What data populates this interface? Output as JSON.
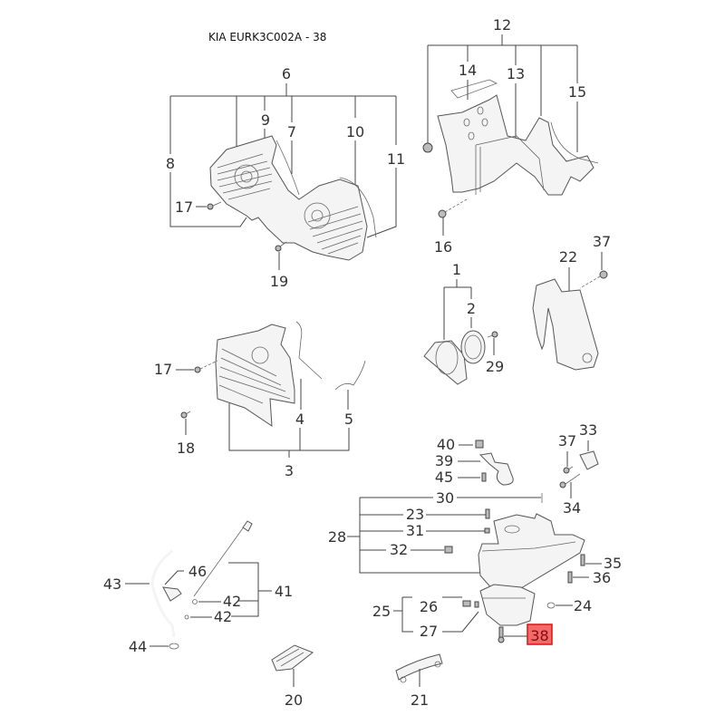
{
  "title": "KIA EURK3C002A - 38",
  "highlight": {
    "part_number": "38",
    "fill_color": "#f26b6b",
    "border_color": "#e01010"
  },
  "callouts": {
    "c1": "1",
    "c2": "2",
    "c3": "3",
    "c4": "4",
    "c5": "5",
    "c6": "6",
    "c7": "7",
    "c8": "8",
    "c9": "9",
    "c10": "10",
    "c11": "11",
    "c12": "12",
    "c13": "13",
    "c14": "14",
    "c15": "15",
    "c16": "16",
    "c17a": "17",
    "c17b": "17",
    "c18": "18",
    "c19": "19",
    "c20": "20",
    "c21": "21",
    "c22": "22",
    "c23": "23",
    "c24": "24",
    "c25": "25",
    "c26": "26",
    "c27": "27",
    "c28": "28",
    "c29": "29",
    "c30": "30",
    "c31": "31",
    "c32": "32",
    "c33": "33",
    "c34": "34",
    "c35": "35",
    "c36": "36",
    "c37a": "37",
    "c37b": "37",
    "c38": "38",
    "c39": "39",
    "c40": "40",
    "c41": "41",
    "c42a": "42",
    "c42b": "42",
    "c43": "43",
    "c44": "44",
    "c45": "45",
    "c46": "46"
  },
  "groups": [
    {
      "name": "timing-cover-upper",
      "parent": "6",
      "children": [
        "8",
        "9",
        "7",
        "10",
        "11"
      ]
    },
    {
      "name": "timing-belt-cover-rear",
      "parent": "12",
      "children": [
        "14",
        "13",
        "15"
      ]
    },
    {
      "name": "oil-seal-case",
      "parent": "1",
      "children": [
        "2"
      ]
    },
    {
      "name": "timing-cover-lower",
      "parent": "3",
      "children": [
        "4",
        "5"
      ]
    },
    {
      "name": "oil-pan-upper",
      "parent": "28",
      "children": [
        "30",
        "23",
        "31",
        "32"
      ]
    },
    {
      "name": "oil-pan-lower",
      "parent": "25",
      "children": [
        "26",
        "27"
      ]
    },
    {
      "name": "oil-level-gauge",
      "parent": "41",
      "children": [
        "42",
        "42"
      ]
    }
  ]
}
